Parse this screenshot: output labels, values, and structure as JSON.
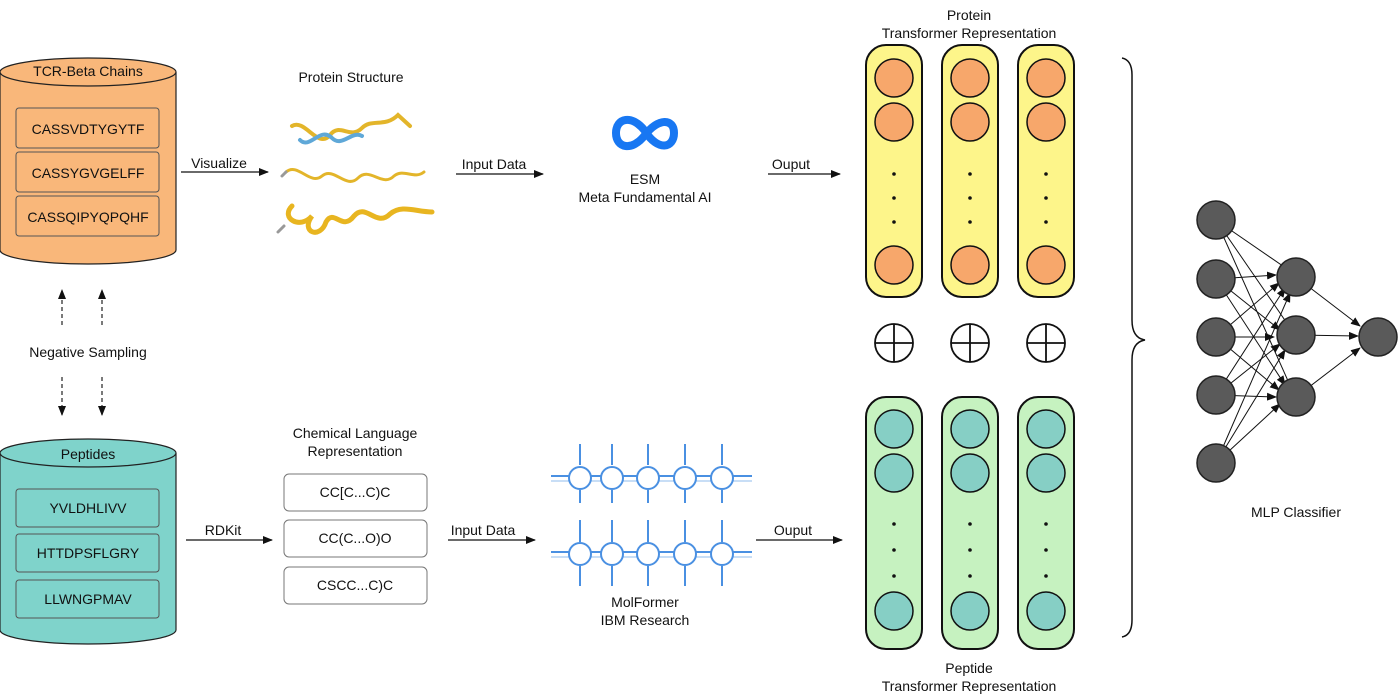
{
  "tcr": {
    "title": "TCR-Beta Chains",
    "sequences": [
      "CASSVDTYGYTF",
      "CASSYGVGELFF",
      "CASSQIPYQPQHF"
    ],
    "fill": "#f9b77a"
  },
  "peptides": {
    "title": "Peptides",
    "sequences": [
      "YVLDHLIVV",
      "HTTDPSFLGRY",
      "LLWNGPMAV"
    ],
    "fill": "#7fd3cb"
  },
  "negative_sampling": "Negative Sampling",
  "protein_structure": {
    "title": "Protein Structure"
  },
  "chemical": {
    "title_line1": "Chemical Language",
    "title_line2": "Representation",
    "smiles": [
      "CC[C...C)C",
      "CC(C...O)O",
      "CSCC...C)C"
    ]
  },
  "arrows": {
    "visualize": "Visualize",
    "rdkit": "RDKit",
    "input_top": "Input Data",
    "input_bottom": "Input Data",
    "output_top": "Ouput",
    "output_bottom": "Ouput"
  },
  "esm": {
    "line1": "ESM",
    "line2": "Meta Fundamental AI",
    "color": "#1877f2"
  },
  "molformer": {
    "line1": "MolFormer",
    "line2": "IBM Research",
    "color": "#4a90e2"
  },
  "protein_repr": {
    "line1": "Protein",
    "line2": "Transformer Representation",
    "column_fill": "#fdf58a",
    "node_fill": "#f7a76b"
  },
  "peptide_repr": {
    "line1": "Peptide",
    "line2": "Transformer Representation",
    "column_fill": "#c6f2c0",
    "node_fill": "#86cfc5"
  },
  "mlp": {
    "label": "MLP Classifier",
    "node_fill": "#5a5a5a"
  }
}
